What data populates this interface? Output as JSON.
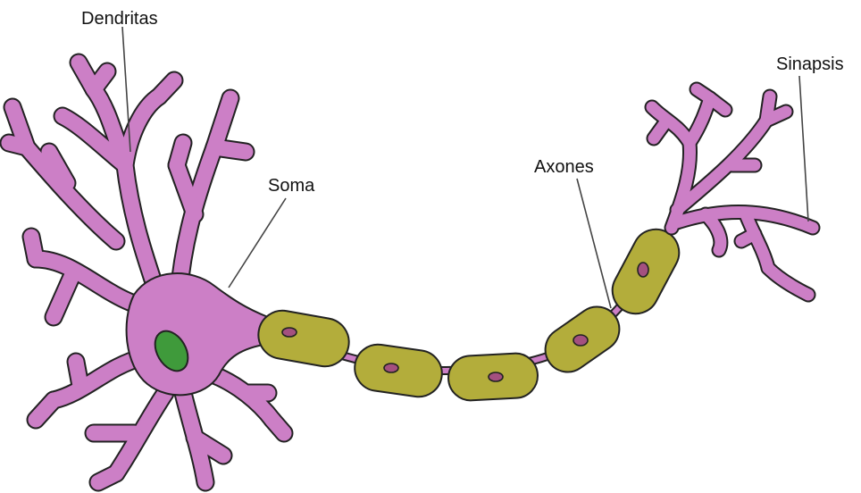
{
  "labels": {
    "dendrites": "Dendritas",
    "soma": "Soma",
    "axon": "Axones",
    "synapse": "Sinapsis"
  },
  "colors": {
    "cell_body": "#cc7fc6",
    "outline": "#222222",
    "myelin": "#b3ad3b",
    "nucleus": "#3f9a3b",
    "myelin_nucleus": "#a4507f",
    "background": "#ffffff"
  }
}
